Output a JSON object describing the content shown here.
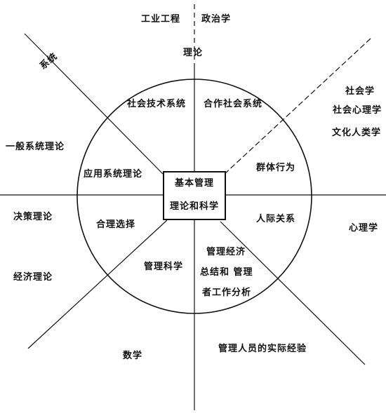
{
  "center": {
    "line1": "基本管理",
    "line2": "理论和科学"
  },
  "top": {
    "engineering": "工业工程",
    "politics": "政治学",
    "theory": "理论"
  },
  "diagonal_label": "系统",
  "inner": {
    "social_tech": "社会技术系统",
    "coop_social": "合作社会系统",
    "applied_systems": "应用系统理论",
    "group_behavior": "群体行为",
    "rational_choice": "合理选择",
    "interpersonal": "人际关系",
    "mgmt_science": "管理科学",
    "mgmt_exp_line1": "管理经济",
    "mgmt_exp_line2": "总结和 管理",
    "mgmt_exp_line3": "者工作分析"
  },
  "outer": {
    "general_systems": "一般系统理论",
    "decision": "决策理论",
    "economics": "经济理论",
    "math": "数学",
    "sociology": "社会学",
    "social_psych": "社会心理学",
    "anthropology": "文化人类学",
    "psychology": "心理学",
    "practice": "管理人员的实际经验"
  }
}
